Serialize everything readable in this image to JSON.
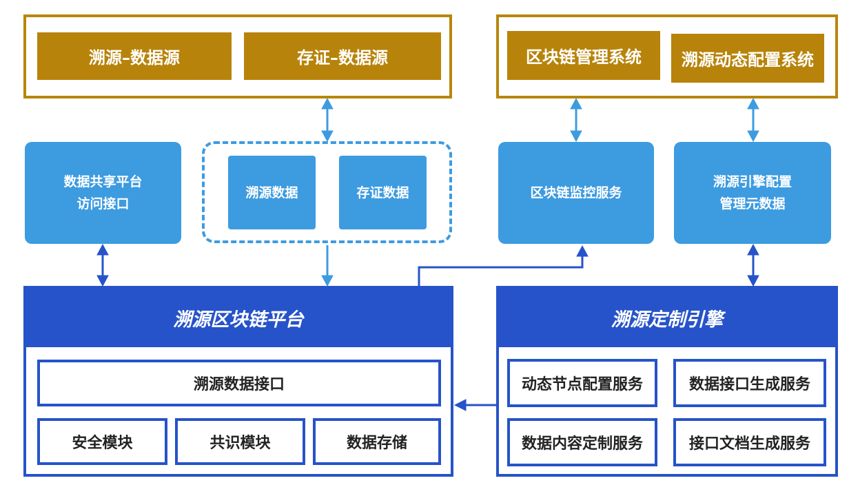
{
  "top_left": {
    "source_trace": "溯源–数据源",
    "source_evidence": "存证–数据源"
  },
  "top_right": {
    "chain_mgmt": "区块链管理系统",
    "dynamic_config": "溯源动态配置系统"
  },
  "middle": {
    "sharing_platform": "数据共享平台\n访问接口",
    "trace_data": "溯源数据",
    "evidence_data": "存证数据",
    "monitor_service": "区块链监控服务",
    "engine_metadata": "溯源引擎配置\n管理元数据"
  },
  "platform": {
    "title": "溯源区块链平台",
    "data_interface": "溯源数据接口",
    "security": "安全模块",
    "consensus": "共识模块",
    "storage": "数据存储"
  },
  "engine": {
    "title": "溯源定制引擎",
    "node_config": "动态节点配置服务",
    "interface_gen": "数据接口生成服务",
    "content_custom": "数据内容定制服务",
    "doc_gen": "接口文档生成服务"
  },
  "colors": {
    "gold": "#b8830a",
    "light_blue": "#3d9be0",
    "dark_blue": "#2653c9"
  }
}
